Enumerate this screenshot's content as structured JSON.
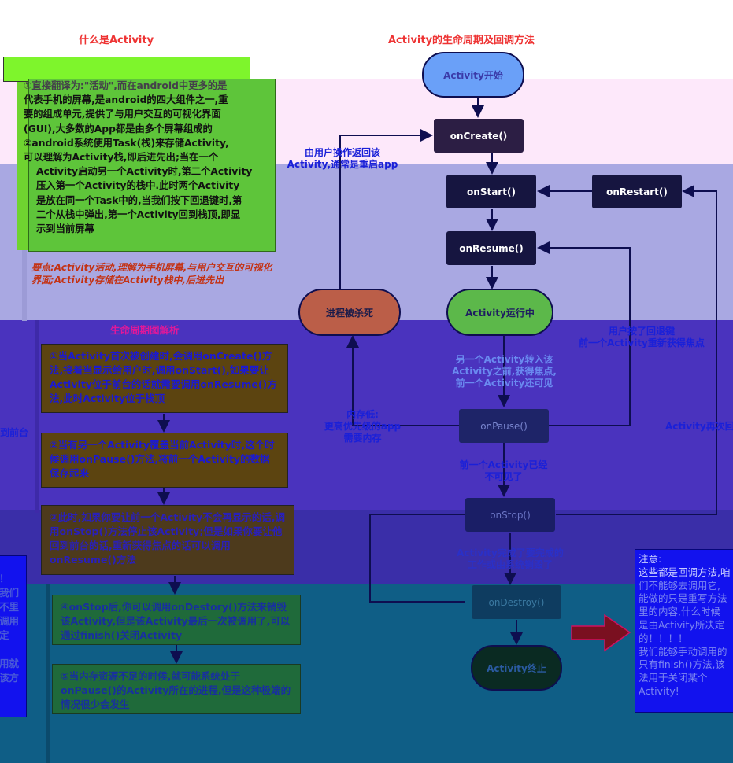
{
  "titles": {
    "left": "什么是Activity",
    "right": "Activity的生命周期及回调方法"
  },
  "intro": {
    "lines": [
      "①直接翻译为:\"活动\",而在android中更多的是",
      "代表手机的屏幕,是android的四大组件之一,重",
      "要的组成单元,提供了与用户交互的可视化界面",
      "(GUI),大多数的App都是由多个屏幕组成的",
      "②android系统使用Task(栈)来存储Activity,",
      "可以理解为Activity栈,即后进先出;当在一个",
      "Activity启动另一个Activity时,第二个Activity",
      "压入第一个Activity的栈中.此时两个Activity",
      "是放在同一个Task中的,当我们按下回退键时,第",
      "二个从栈中弹出,第一个Activity回到栈顶,即显",
      "示到当前屏幕"
    ],
    "key_point": "要点:Activity活动,理解为手机屏幕,与用户交互的可视化界面;Activity存储在Activity栈中,后进先出"
  },
  "lifecycle_heading": "生命周期图解析",
  "steps": [
    {
      "text": "①当Activity首次被创建时,会调用onCreate()方法,接着当显示给用户时,调用onStart(),如果要让Activity位于前台的话就需要调用onResume()方法,此时Activity位于栈顶"
    },
    {
      "text": "②当有另一个Activity覆盖当前Activity时,这个时候调用onPause()方法,将前一个Activity的数据保存起来"
    },
    {
      "text": "③此时,如果你要让前一个Activity不会再显示的话,调用onStop()方法停止该Activity;但是如果你要让他回到前台的话,重新获得焦点的话可以调用onResume()方法"
    },
    {
      "text": "④onStop后,你可以调用onDestory()方法来销毁该Activity,但是该Activity最后一次被调用了,可以通过finish()关闭Activity"
    },
    {
      "text": "⑤当内存资源不足的时候,就可能系统处于onPause()的Activity所在的进程,但是这种极端的情况很少会发生"
    }
  ],
  "flow": {
    "start": "Activity开始",
    "on_create": "onCreate()",
    "on_start": "onStart()",
    "on_restart": "onRestart()",
    "on_resume": "onResume()",
    "running": "Activity运行中",
    "killed": "进程被杀死",
    "on_pause": "onPause()",
    "on_stop": "onStop()",
    "on_destroy": "onDestroy()",
    "end": "Activity终止"
  },
  "labels": {
    "back_return_1": "由用户操作返回该",
    "back_return_2": "Activity,通常是重启app",
    "user_back_1": "用户按了回退键",
    "user_back_2": "前一个Activity重新获得焦点",
    "another_1": "另一个Activity转入该",
    "another_2": "Activity之前,获得焦点,",
    "another_3": "前一个Activity还可见",
    "low_mem_1": "内存低:",
    "low_mem_2": "更高优先级的app",
    "low_mem_3": "需要内存",
    "not_visible_1": "前一个Activity已经",
    "not_visible_2": "不可见了",
    "finished_1": "Activity完成了要完成的",
    "finished_2": "工作或由系统销毁了",
    "again": "Activity再次回",
    "to_front": "到前台"
  },
  "note": {
    "lines": [
      "注意:",
      "这些都是回调方法,咱",
      "们不能够去调用它,",
      "能做的只是重写方法",
      "里的内容,什么时候",
      "是由Activity所决定",
      "的！！！！",
      "我们能够手动调用的",
      "只有finish()方法,该",
      "法用于关闭某个",
      "Activity!"
    ]
  },
  "left_fragment": {
    "lines": [
      "！",
      "我们",
      "不里",
      "调用",
      "定",
      "",
      "用就",
      "该方"
    ]
  },
  "colors": {
    "title_red": "#ee3333",
    "intro_green": "#7ef52c",
    "label_blue": "#1a20d8",
    "node_dark": "#161540",
    "start_blue": "#6aa0f8",
    "running_green": "#5cb84a",
    "killed_brown": "#bb5e48",
    "arrow_red": "#7a1020"
  }
}
